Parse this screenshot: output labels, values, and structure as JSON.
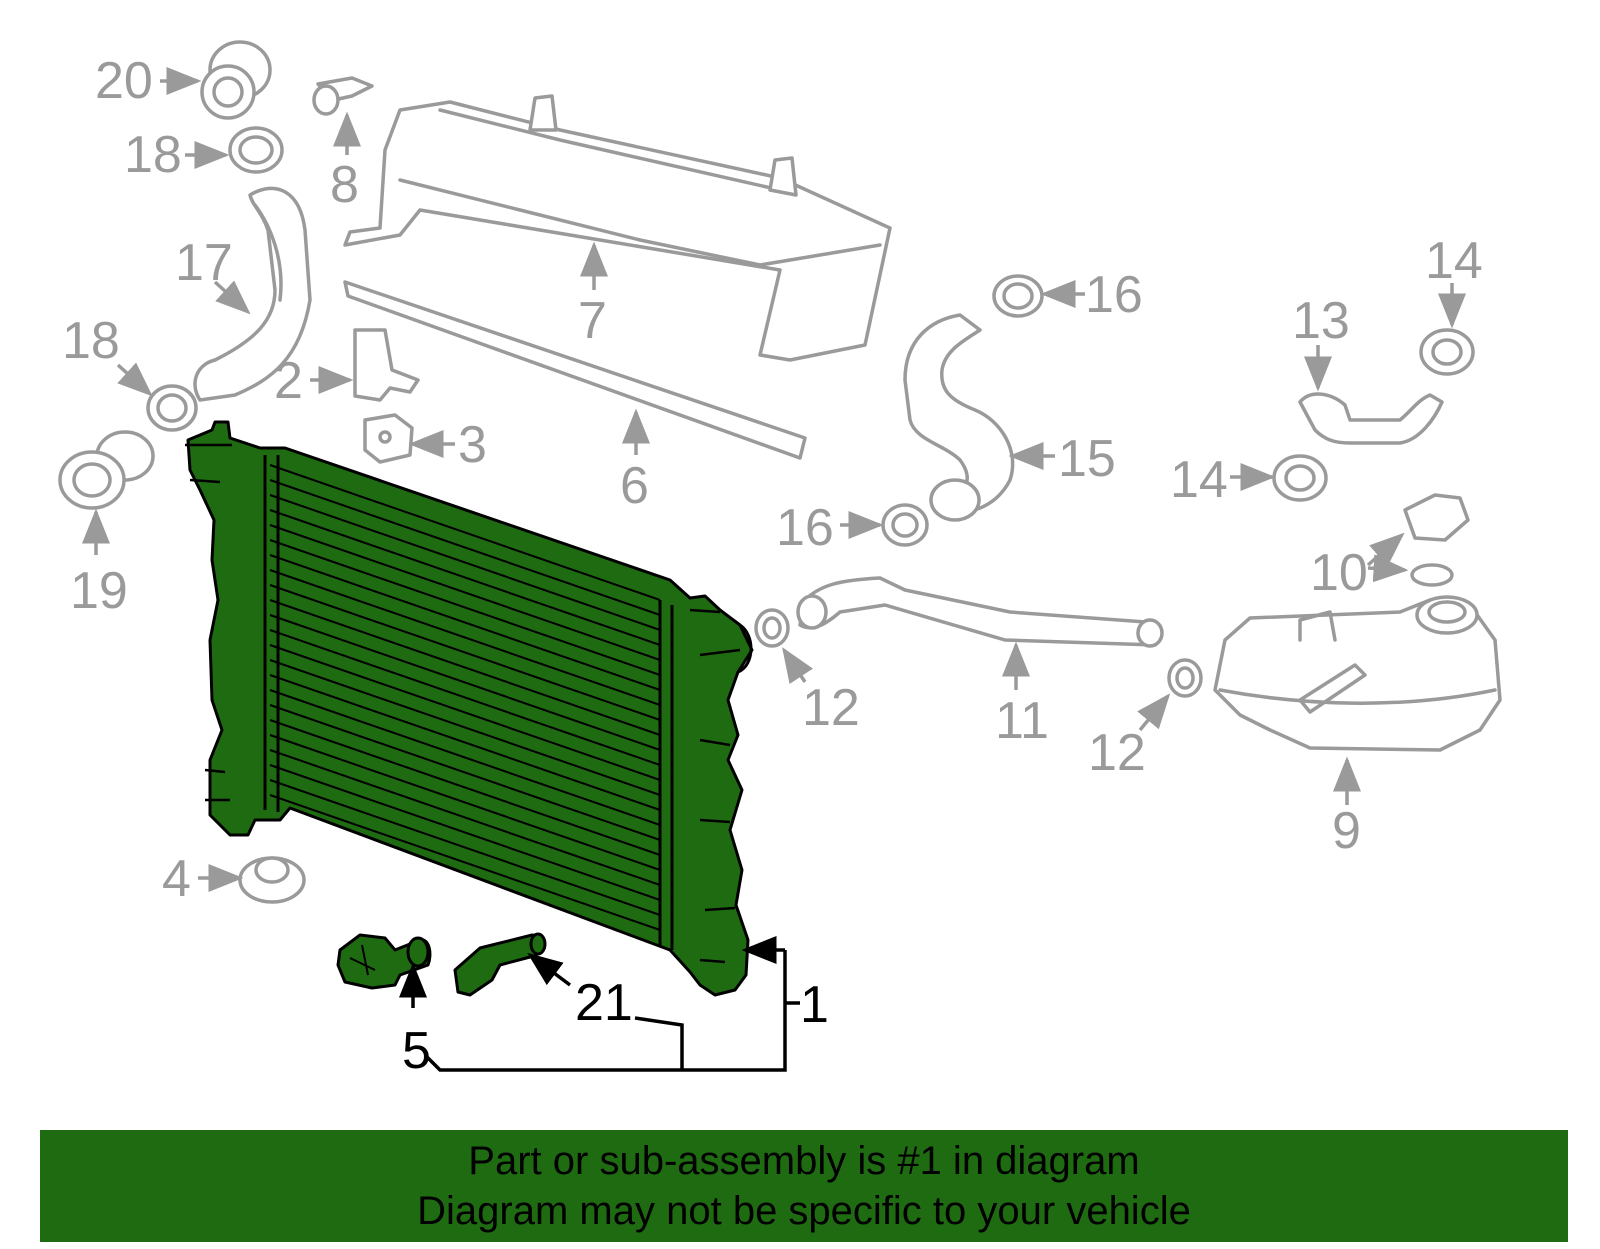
{
  "colors": {
    "highlight": "#1f6b12",
    "banner": "#1f6b12",
    "ghost": "#9a9a9a"
  },
  "diagram": {
    "active_part": "1",
    "callouts": {
      "c1": "1",
      "c2": "2",
      "c3": "3",
      "c4": "4",
      "c5": "5",
      "c6": "6",
      "c7": "7",
      "c8": "8",
      "c9": "9",
      "c10": "10",
      "c11": "11",
      "c12a": "12",
      "c12b": "12",
      "c13": "13",
      "c14a": "14",
      "c14b": "14",
      "c15": "15",
      "c16a": "16",
      "c16b": "16",
      "c17": "17",
      "c18a": "18",
      "c18b": "18",
      "c19": "19",
      "c20": "20",
      "c21": "21"
    }
  },
  "banner": {
    "line1": "Part or sub-assembly is #1 in diagram",
    "line2": "Diagram may not be specific to your vehicle"
  }
}
